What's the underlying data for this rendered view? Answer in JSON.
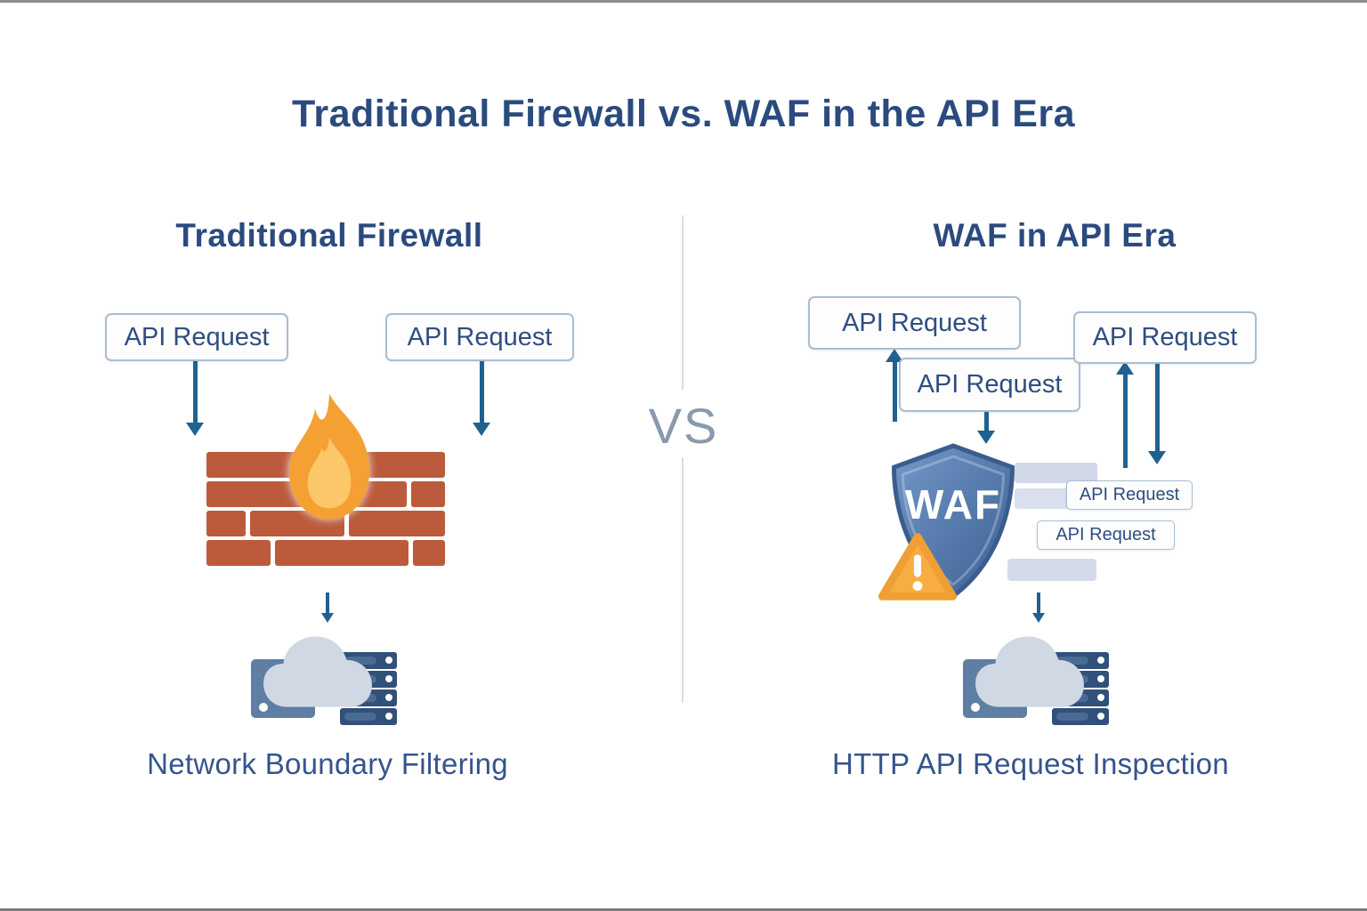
{
  "title": "Traditional Firewall vs. WAF in the API Era",
  "vs_label": "VS",
  "left_panel": {
    "heading": "Traditional Firewall",
    "request_box_1": "API Request",
    "request_box_2": "API Request",
    "caption": "Network Boundary Filtering"
  },
  "right_panel": {
    "heading": "WAF in API Era",
    "request_box_1": "API Request",
    "request_box_2": "API Request",
    "request_box_3": "API Request",
    "small_request_box_1": "API Request",
    "small_request_box_2": "API Request",
    "shield_label": "WAF",
    "caption": "HTTP API Request Inspection"
  },
  "colors": {
    "navy_text": "#2b4a7e",
    "caption_text": "#35548e",
    "box_text": "#2f4e80",
    "box_border": "#a9bdd3",
    "arrow_blue": "#20618f",
    "brick": "#bc5a3c",
    "flame_outer": "#f5a033",
    "flame_inner": "#fbc768",
    "shield_light": "#7397c7",
    "shield_dark": "#3c6093",
    "warning_orange": "#f6ad42",
    "warning_border": "#ef9f33",
    "cloud_gray": "#cfd8e3",
    "server_navy": "#31507a",
    "server_mid": "#4a6b94",
    "server_panel": "#5e7ea3",
    "queue_bar": "#ccd4e5",
    "vs_gray": "#8a99ab",
    "divider_gray": "#dadde0",
    "edge_top": "#8f8f8f",
    "edge_bottom": "#7d7d7d"
  }
}
